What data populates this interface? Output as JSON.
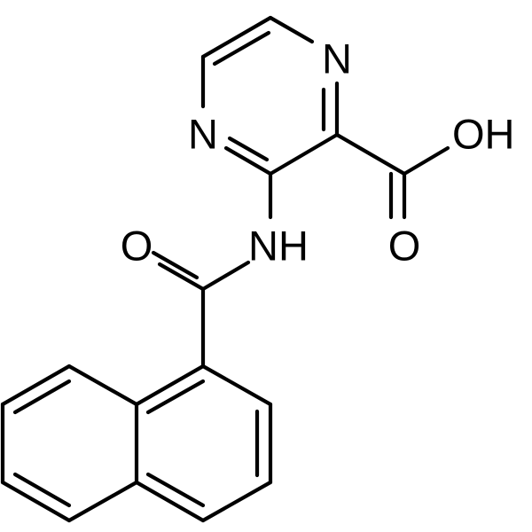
{
  "molecule": {
    "atom_labels": {
      "n_top": "N",
      "n_left": "N",
      "oh": "OH",
      "o_acid": "O",
      "nh": "NH",
      "o_amide": "O"
    },
    "bond_color": "#000000",
    "background": "#ffffff"
  }
}
